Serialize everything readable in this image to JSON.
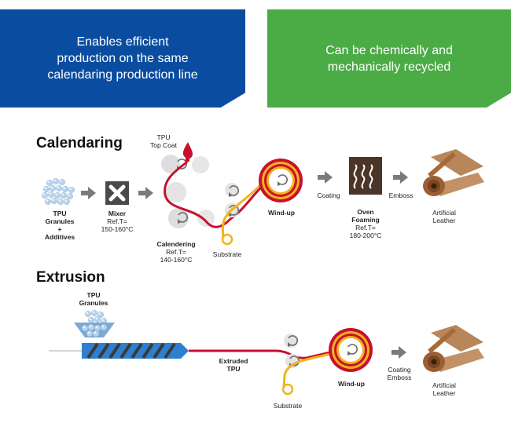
{
  "banners": {
    "left": [
      "Enables efficient",
      "production on the same",
      "calendaring production line"
    ],
    "right": [
      "Can be chemically and",
      "mechanically recycled"
    ],
    "colors": {
      "left": "#0a4da0",
      "right": "#4bab45"
    }
  },
  "calendaring": {
    "title": "Calendaring",
    "tpu_granules": [
      "TPU",
      "Granules",
      "+",
      "Additives"
    ],
    "mixer": {
      "name": "Mixer",
      "ref": "Ref.T=",
      "temp": "150-160°C"
    },
    "top_coat": [
      "TPU",
      "Top Coat"
    ],
    "calendering": {
      "name": "Calendering",
      "ref": "Ref.T=",
      "temp": "140-160°C"
    },
    "substrate": "Substrate",
    "windup": "Wind-up",
    "coating": "Coating",
    "oven": {
      "name": [
        "Oven",
        "Foaming"
      ],
      "ref": "Ref.T=",
      "temp": "180-200°C"
    },
    "emboss": "Emboss",
    "product": [
      "Artificial",
      "Leather"
    ]
  },
  "extrusion": {
    "title": "Extrusion",
    "tpu_granules": [
      "TPU",
      "Granules"
    ],
    "extruded": [
      "Extruded",
      "TPU"
    ],
    "substrate": "Substrate",
    "windup": "Wind-up",
    "coating_emboss": [
      "Coating",
      "Emboss"
    ],
    "product": [
      "Artificial",
      "Leather"
    ]
  },
  "colors": {
    "film": "#c8102e",
    "substrate": "#f2b31b",
    "arrow": "#7a7a7a",
    "roller": "#dcdcdc",
    "oven": "#4a3528",
    "leather": "#a56a3c",
    "extruder": "#2f7fd0",
    "granule": "#b8d3ea"
  }
}
